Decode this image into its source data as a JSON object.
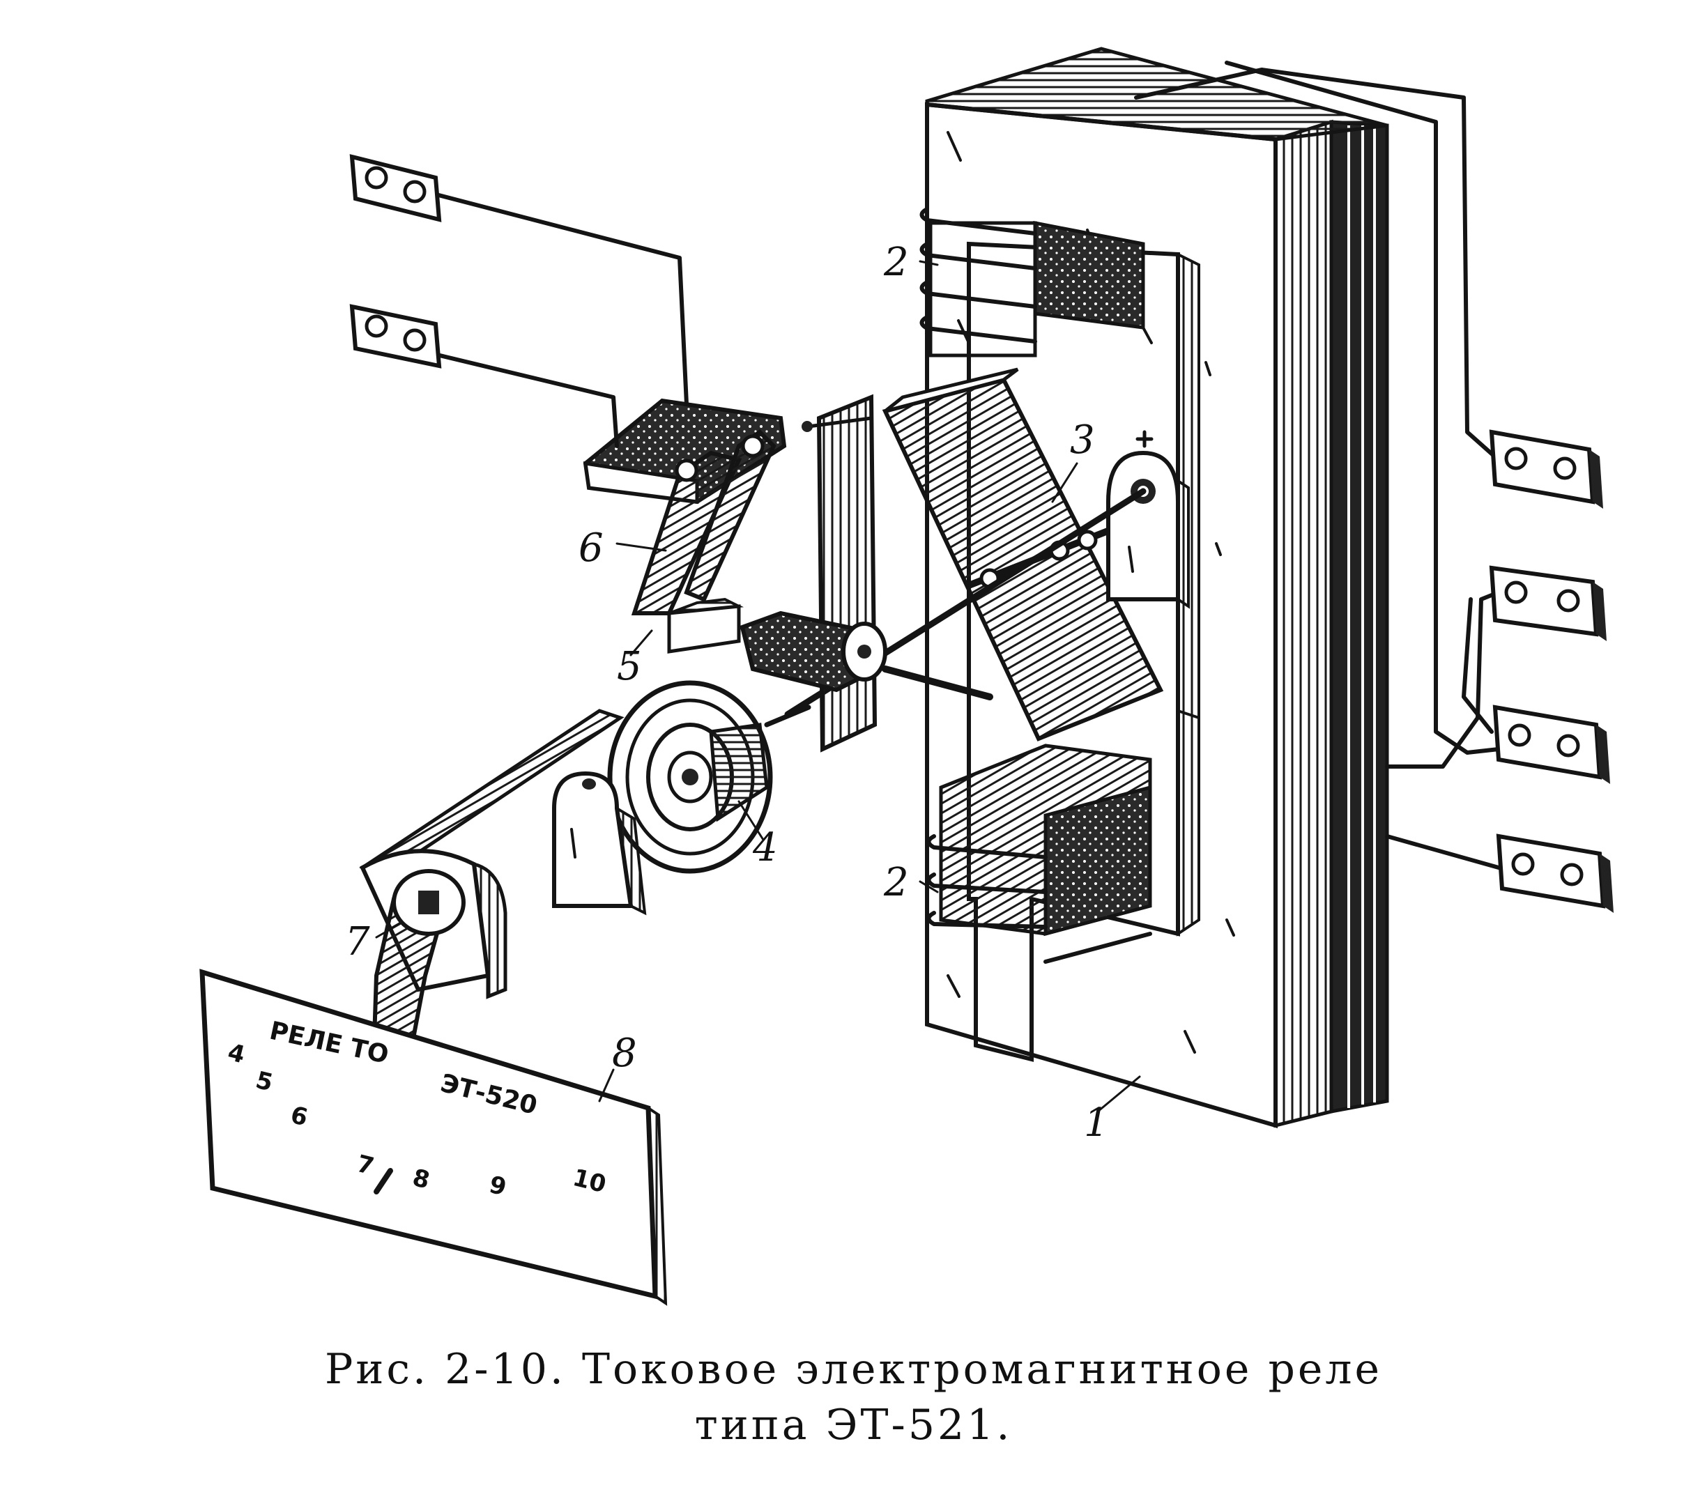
{
  "figure": {
    "caption_line1": "Рис. 2-10. Токовое электромагнитное реле",
    "caption_line2": "типа ЭТ-521.",
    "callouts": [
      "1",
      "2",
      "2",
      "3",
      "4",
      "5",
      "6",
      "7",
      "8"
    ],
    "plate": {
      "title": "РЕЛЕ ТО",
      "model": "ЭТ-520",
      "scale": [
        "4",
        "5",
        "6",
        "7",
        "8",
        "9",
        "10"
      ]
    }
  },
  "colors": {
    "ink": "#141414",
    "paper": "#ffffff"
  }
}
